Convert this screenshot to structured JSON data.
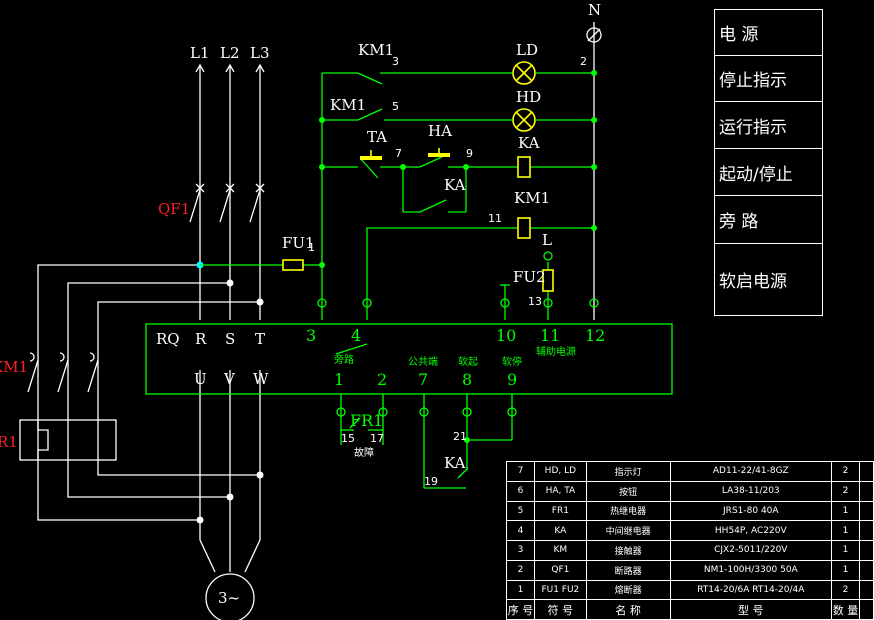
{
  "colors": {
    "background": "#000000",
    "wire": "#ffffff",
    "control": "#00ff00",
    "component": "#ffff00",
    "label_red": "#ff2020",
    "node": "#00ffff"
  },
  "power": {
    "lines": [
      "L1",
      "L2",
      "L3"
    ],
    "neutral": "N",
    "breaker": "QF1",
    "motor": "3~",
    "contactor": "KM1",
    "relay": "R1"
  },
  "terminals_top": {
    "rq": "RQ",
    "r": "R",
    "s": "S",
    "t": "T",
    "t3": "3",
    "t4": "4",
    "t10": "10",
    "t11": "11",
    "t12": "12",
    "bypass": "旁路",
    "aux": "辅助电源"
  },
  "terminals_bottom": {
    "u": "U",
    "v": "V",
    "w": "W",
    "t1": "1",
    "t2": "2",
    "t7": "7",
    "t8": "8",
    "t9": "9",
    "common": "公共端",
    "soft_start": "软起",
    "soft_stop": "软停"
  },
  "components": {
    "km1_a": "KM1",
    "km1_b": "KM1",
    "km1_coil": "KM1",
    "ld": "LD",
    "hd": "HD",
    "ta": "TA",
    "ha": "HA",
    "ka_contact": "KA",
    "ka_coil": "KA",
    "fu1": "FU1",
    "fu2": "FU2",
    "fr1": "FR1",
    "ka_bottom": "KA",
    "l": "L",
    "fault": "故障"
  },
  "nodes": {
    "n1": "1",
    "n2": "2",
    "n3": "3",
    "n5": "5",
    "n7": "7",
    "n9": "9",
    "n11": "11",
    "n13": "13",
    "n15": "15",
    "n17": "17",
    "n19": "19",
    "n21": "21"
  },
  "legend": [
    "电  源",
    "停止指示",
    "运行指示",
    "起动/停止",
    "  旁  路",
    "软启电源"
  ],
  "bom": {
    "rows": [
      [
        "7",
        "HD, LD",
        "指示灯",
        "AD11-22/41-8GZ",
        "2"
      ],
      [
        "6",
        "HA, TA",
        "按钮",
        "LA38-11/203",
        "2"
      ],
      [
        "5",
        "FR1",
        "热继电器",
        "JRS1-80   40A",
        "1"
      ],
      [
        "4",
        "KA",
        "中间继电器",
        "HH54P, AC220V",
        "1"
      ],
      [
        "3",
        "KM",
        "接触器",
        "CJX2-5011/220V",
        "1"
      ],
      [
        "2",
        "QF1",
        "断路器",
        "NM1-100H/3300   50A",
        "1"
      ],
      [
        "1",
        "FU1 FU2",
        "熔断器",
        "RT14-20/6A     RT14-20/4A",
        "2"
      ]
    ],
    "header": [
      "序 号",
      "符 号",
      "名 称",
      "型  号",
      "数 量"
    ]
  }
}
